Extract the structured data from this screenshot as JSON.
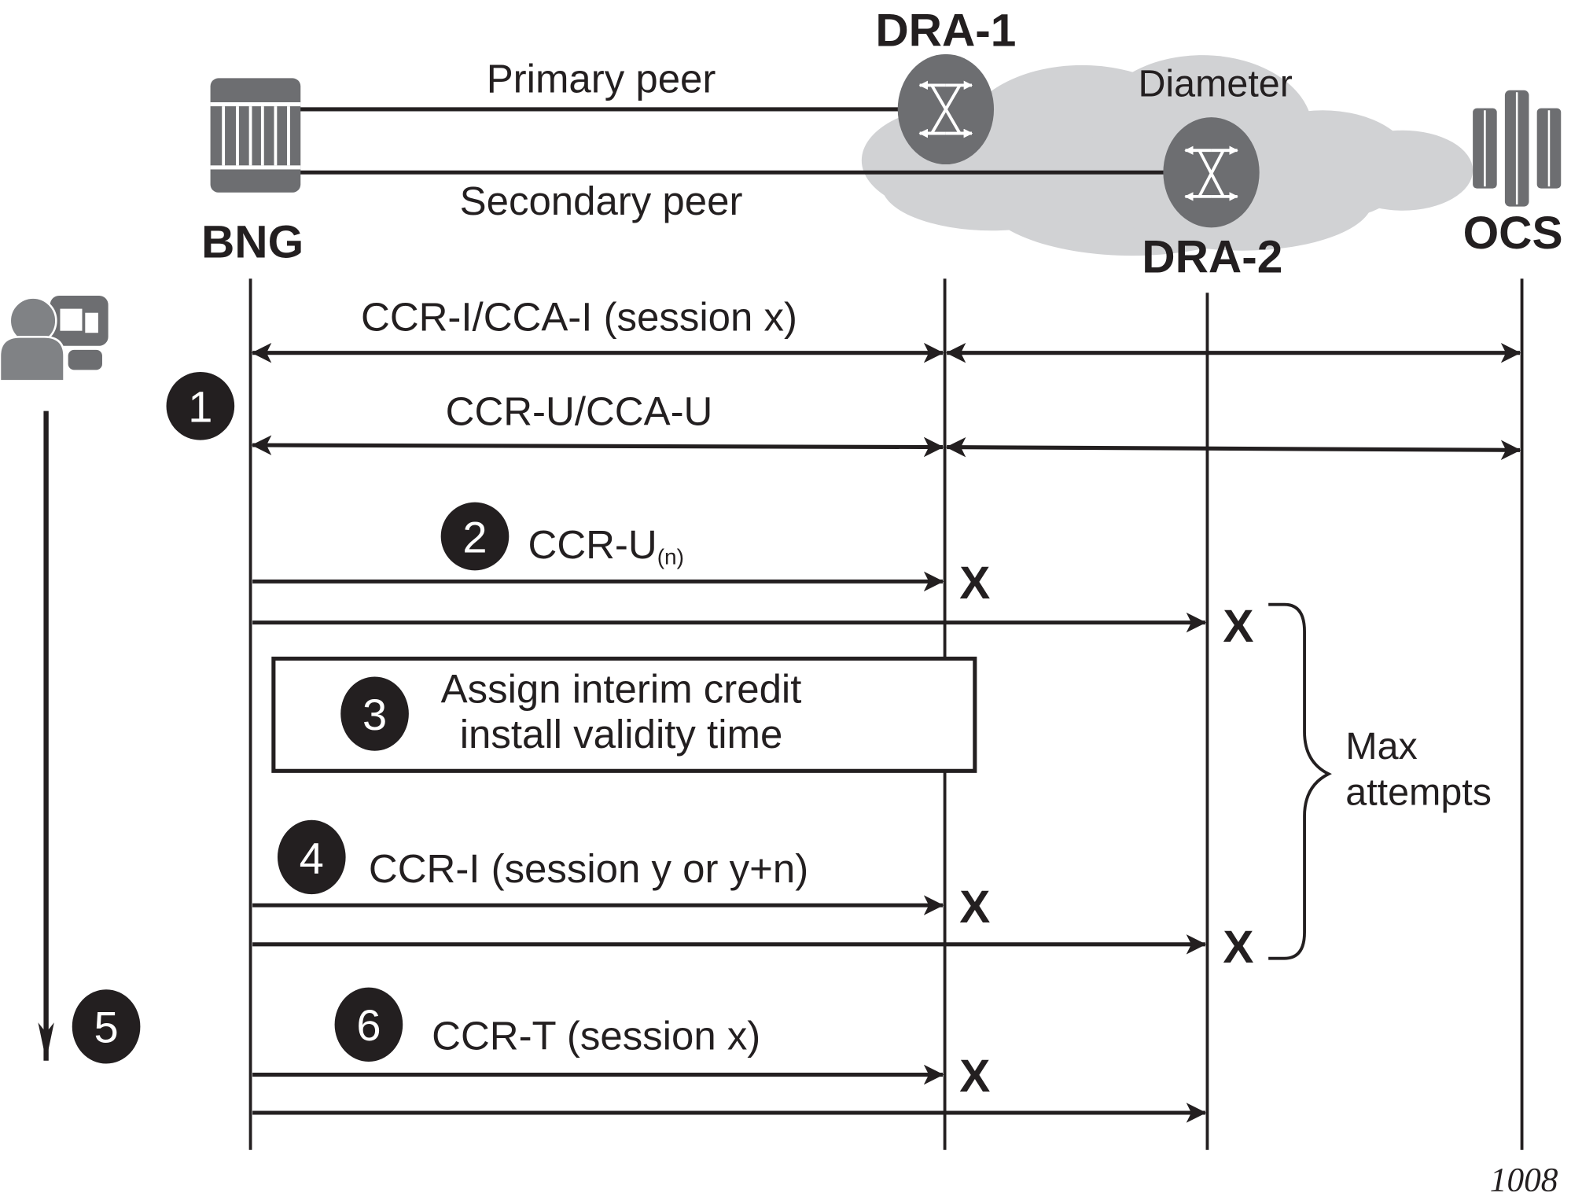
{
  "colors": {
    "ink": "#231f20",
    "device_gray": "#6d6e71",
    "cloud_gray": "#d1d2d4",
    "person_gray": "#808285",
    "white": "#ffffff"
  },
  "nodes": {
    "bng": "BNG",
    "dra1": "DRA-1",
    "dra2": "DRA-2",
    "ocs": "OCS",
    "cloud": "Diameter"
  },
  "links": {
    "primary": "Primary peer",
    "secondary": "Secondary peer"
  },
  "steps": {
    "s1": "1",
    "s2": "2",
    "s3": "3",
    "s4": "4",
    "s5": "5",
    "s6": "6"
  },
  "messages": {
    "ccr_i_cca_i": "CCR-I/CCA-I (session x)",
    "ccr_u_cca_u": "CCR-U/CCA-U",
    "ccr_u_n_main": "CCR-U",
    "ccr_u_n_sub": "(n)",
    "assign_line1": "Assign interim credit",
    "assign_line2": "install validity time",
    "ccr_i_y": "CCR-I (session y or y+n)",
    "ccr_t": "CCR-T (session x)"
  },
  "failure_mark": "X",
  "brace_label_line1": "Max",
  "brace_label_line2": "attempts",
  "figure_number": "1008"
}
